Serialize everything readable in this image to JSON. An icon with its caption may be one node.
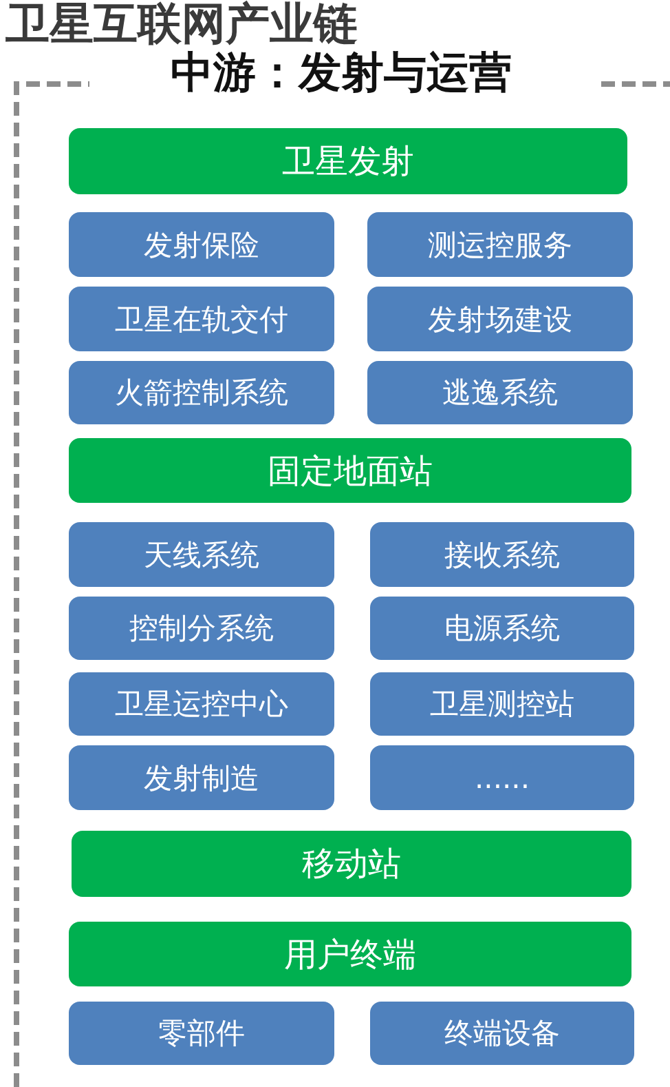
{
  "diagram": {
    "title": "卫星互联网产业链",
    "nodes": [
      {
        "text": [
          "中游：发射与运营"
        ]
      },
      {
        "text": [
          "卫星发射"
        ],
        "in": 0
      },
      {
        "text": [
          "发射保险"
        ],
        "in": 0
      },
      {
        "text": [
          "测运控服务"
        ],
        "in": 0
      },
      {
        "text": [
          "卫星在轨交付"
        ],
        "in": 0
      },
      {
        "text": [
          "发射场建设"
        ],
        "in": 0
      },
      {
        "text": [
          "火箭控制系统"
        ],
        "in": 0
      },
      {
        "text": [
          "逃逸系统"
        ],
        "in": 0
      },
      {
        "text": [
          "固定地面站"
        ],
        "in": 0
      },
      {
        "text": [
          "天线系统"
        ],
        "in": 0
      },
      {
        "text": [
          "接收系统"
        ],
        "in": 0
      },
      {
        "text": [
          "控制分系统"
        ],
        "in": 0
      },
      {
        "text": [
          "电源系统"
        ],
        "in": 0
      },
      {
        "text": [
          "卫星运控中心"
        ],
        "in": 0
      },
      {
        "text": [
          "卫星测控站"
        ],
        "in": 0
      },
      {
        "text": [
          "发射制造"
        ],
        "in": 0
      },
      {
        "text": [
          "......"
        ],
        "in": 0
      },
      {
        "text": [
          "移动站"
        ],
        "in": 0
      },
      {
        "text": [
          "用户终端"
        ],
        "in": 0
      },
      {
        "text": [
          "零部件"
        ],
        "in": 0
      },
      {
        "text": [
          "终端设备"
        ],
        "in": 0
      }
    ]
  }
}
